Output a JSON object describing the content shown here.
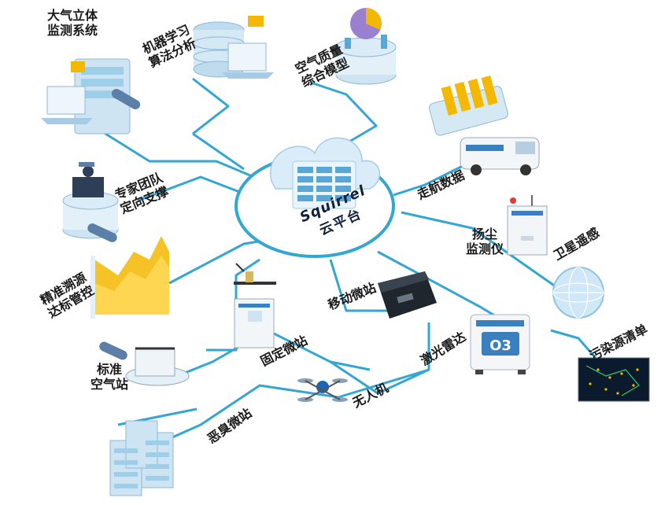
{
  "center": {
    "en": "Squirrel",
    "cn": "云平台"
  },
  "nodes": {
    "n1": "大气立体\n监测系统",
    "n2": "机器学习\n算法分析",
    "n3": "空气质量\n综合模型",
    "n4": "专家团队\n定向支撑",
    "n5": "走航数据",
    "n6": "扬尘\n监测仪",
    "n7": "卫星遥感",
    "n8": "精准溯源\n达标管控",
    "n9": "移动微站",
    "n10": "固定微站",
    "n11": "激光雷达",
    "n12": "污染源清单",
    "n13": "标准\n空气站",
    "n14": "无人机",
    "n15": "恶臭微站"
  },
  "device_text": {
    "o3": "O3"
  },
  "colors": {
    "line": "#34a6d2",
    "cloud": "#d9ecf8",
    "accent": "#f5b800",
    "server": "#9fcfe8"
  }
}
